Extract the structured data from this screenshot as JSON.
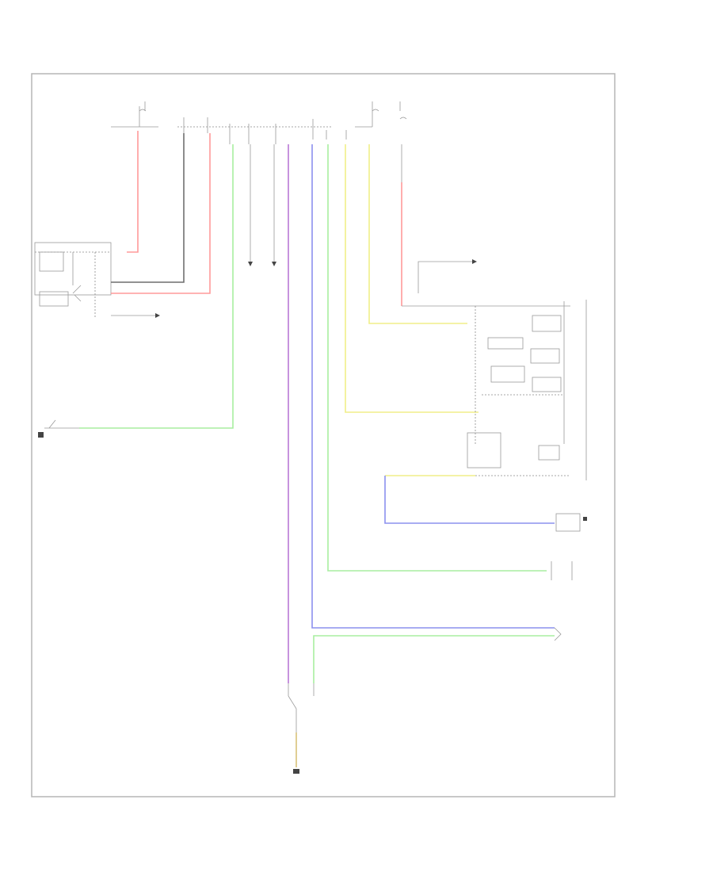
{
  "page": {
    "code": ""
  },
  "colors": {
    "red": "#ff9a9a",
    "green": "#a8eea0",
    "purple": "#b978d6",
    "blue": "#8c90ee",
    "yellow": "#f0ee88",
    "tan": "#d8c27a",
    "dark": "#6f6f6f"
  },
  "diagram": {
    "title": "",
    "labels": [],
    "components": [
      "fuse-top-left",
      "ignition-module",
      "switch-left",
      "ground-switch-bottom",
      "fuse-top-center",
      "relay-box-right",
      "connector-right-1",
      "connector-right-2",
      "switch-bottom"
    ]
  }
}
